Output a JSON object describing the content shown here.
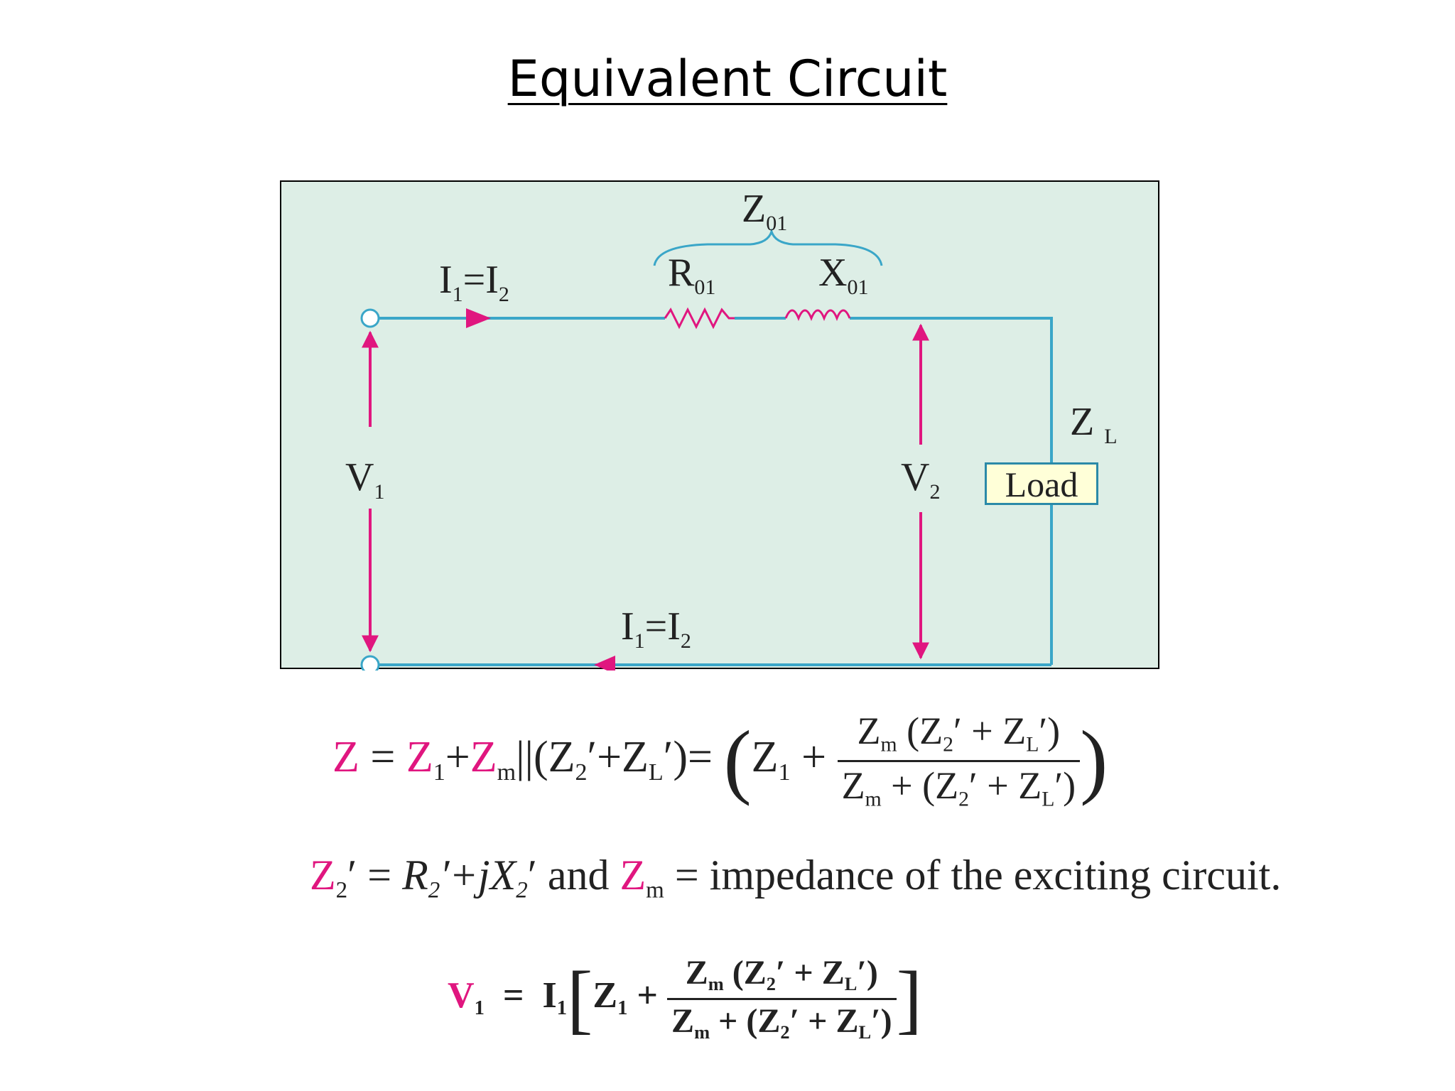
{
  "title": "Equivalent Circuit",
  "diagram": {
    "labels": {
      "z01": "Z",
      "z01_sub": "01",
      "r01": "R",
      "r01_sub": "01",
      "x01": "X",
      "x01_sub": "01",
      "current_top": "I",
      "current_top_sub1": "1",
      "current_top_eq": "=I",
      "current_top_sub2": "2",
      "current_bottom": "I",
      "current_bottom_sub1": "1",
      "current_bottom_eq": "=I",
      "current_bottom_sub2": "2",
      "v1": "V",
      "v1_sub": "1",
      "v2": "V",
      "v2_sub": "2",
      "zl": "Z",
      "zl_sub": "L",
      "load": "Load"
    },
    "colors": {
      "wire": "#3aa6c8",
      "arrow": "#e0167f",
      "background": "#ddeee6",
      "load_fill": "#ffffd8"
    }
  },
  "equations": {
    "eq1": {
      "lhs": "Z",
      "eq": "=",
      "t1": "Z",
      "t1_sub": "1",
      "plus": "+",
      "t2": "Z",
      "t2_sub": "m",
      "par": "||(Z",
      "par_sub": "2",
      "par_mid": "′+Z",
      "par_sub2": "L",
      "par_end": "′)=",
      "z1": "Z",
      "z1_sub": "1",
      "plus2": "+",
      "num": "Z",
      "num_sub": "m",
      "num_rest": " (Z",
      "num_sub2": "2",
      "num_mid": "′ + Z",
      "num_sub3": "L",
      "num_end": "′)",
      "den": "Z",
      "den_sub": "m",
      "den_rest": " + (Z",
      "den_sub2": "2",
      "den_mid": "′ + Z",
      "den_sub3": "L",
      "den_end": "′)"
    },
    "eq2": {
      "lhs": "Z",
      "lhs_sub": "2",
      "lhs_prime": "′",
      "eq": "=",
      "r": "R",
      "r_sub": "2",
      "mid": "′+jX",
      "x_sub": "2",
      "and": "′ and ",
      "zm": "Z",
      "zm_sub": "m",
      "text": " = impedance of the exciting circuit."
    },
    "eq3": {
      "lhs": "V",
      "lhs_sub": "1",
      "eq": "=",
      "i": "I",
      "i_sub": "1",
      "z1": "Z",
      "z1_sub": "1",
      "plus": "+",
      "num": "Z",
      "num_sub": "m",
      "num_rest": " (Z",
      "num_sub2": "2",
      "num_mid": "′ + Z",
      "num_sub3": "L",
      "num_end": "′)",
      "den": "Z",
      "den_sub": "m",
      "den_rest": " + (Z",
      "den_sub2": "2",
      "den_mid": "′ + Z",
      "den_sub3": "L",
      "den_end": "′)"
    }
  }
}
